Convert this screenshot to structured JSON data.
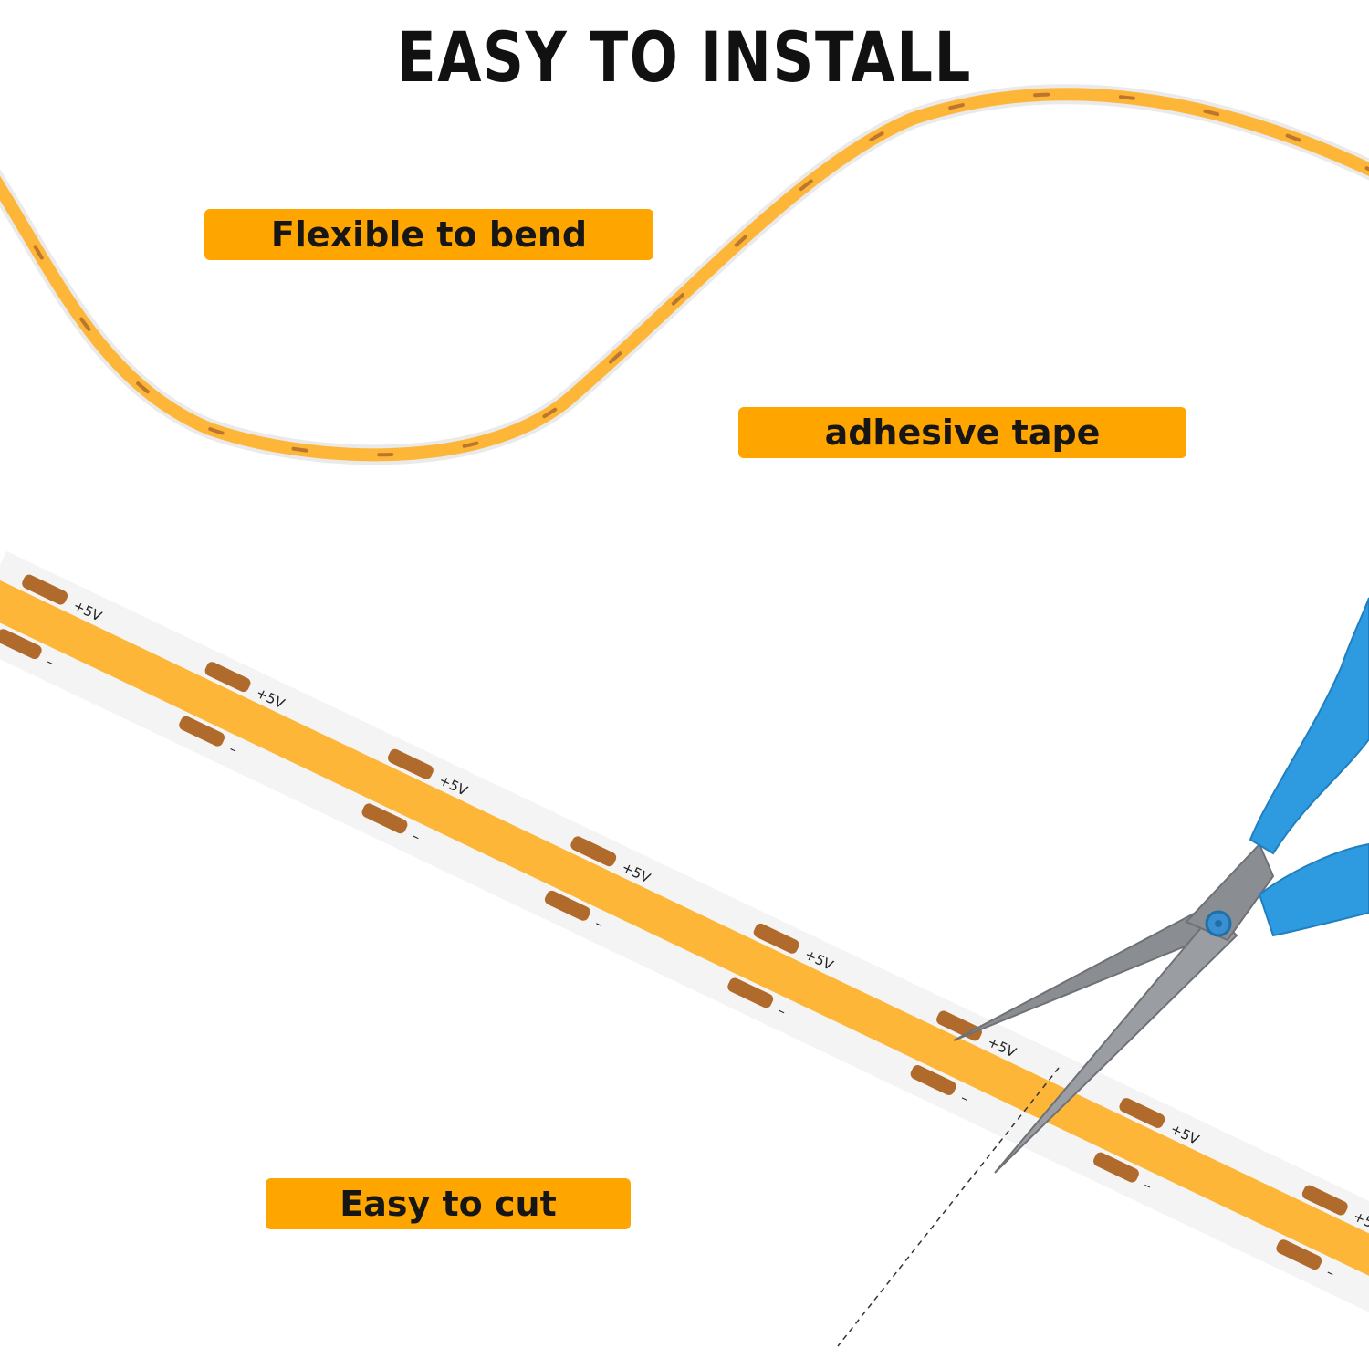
{
  "title": "EASY TO INSTALL",
  "badges": {
    "bend": "Flexible to bend",
    "tape": "adhesive tape",
    "cut": "Easy to cut"
  },
  "strip": {
    "positive_label": "+5V",
    "negative_label": "–",
    "pad_count": 8
  },
  "colors": {
    "badge": "#FFA500",
    "strip_glow": "#FDB637",
    "strip_edge": "#F2F2F2",
    "pad": "#B06A2C",
    "scissor_handle": "#2E9BE0",
    "blade": "#8A8D92"
  },
  "icons": {
    "scissors": "scissors-icon"
  }
}
